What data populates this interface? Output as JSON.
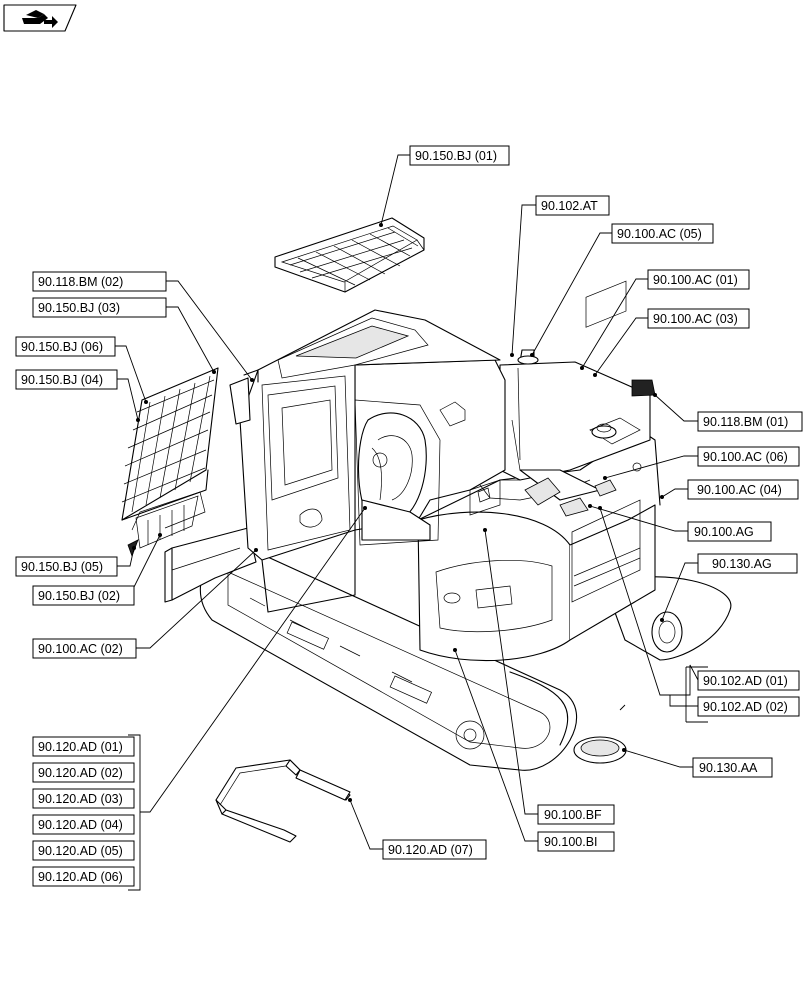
{
  "labels": {
    "l_150bj_01": "90.150.BJ (01)",
    "l_102at": "90.102.AT",
    "l_100ac_05": "90.100.AC (05)",
    "l_118bm_02": "90.118.BM (02)",
    "l_100ac_01": "90.100.AC (01)",
    "l_150bj_03": "90.150.BJ (03)",
    "l_100ac_03": "90.100.AC (03)",
    "l_150bj_06": "90.150.BJ (06)",
    "l_150bj_04": "90.150.BJ (04)",
    "l_118bm_01": "90.118.BM (01)",
    "l_100ac_06": "90.100.AC (06)",
    "l_100ac_04": "90.100.AC (04)",
    "l_100ag": "90.100.AG",
    "l_150bj_05": "90.150.BJ (05)",
    "l_130ag": "90.130.AG",
    "l_150bj_02": "90.150.BJ (02)",
    "l_100ac_02": "90.100.AC (02)",
    "l_102ad_01": "90.102.AD (01)",
    "l_102ad_02": "90.102.AD (02)",
    "l_120ad_01": "90.120.AD (01)",
    "l_120ad_02": "90.120.AD (02)",
    "l_120ad_03": "90.120.AD (03)",
    "l_120ad_04": "90.120.AD (04)",
    "l_120ad_05": "90.120.AD (05)",
    "l_120ad_06": "90.120.AD (06)",
    "l_130aa": "90.130.AA",
    "l_100bf": "90.100.BF",
    "l_100bi": "90.100.BI",
    "l_120ad_07": "90.120.AD (07)"
  },
  "icons": {
    "corner_nav": "book-arrow-icon"
  }
}
